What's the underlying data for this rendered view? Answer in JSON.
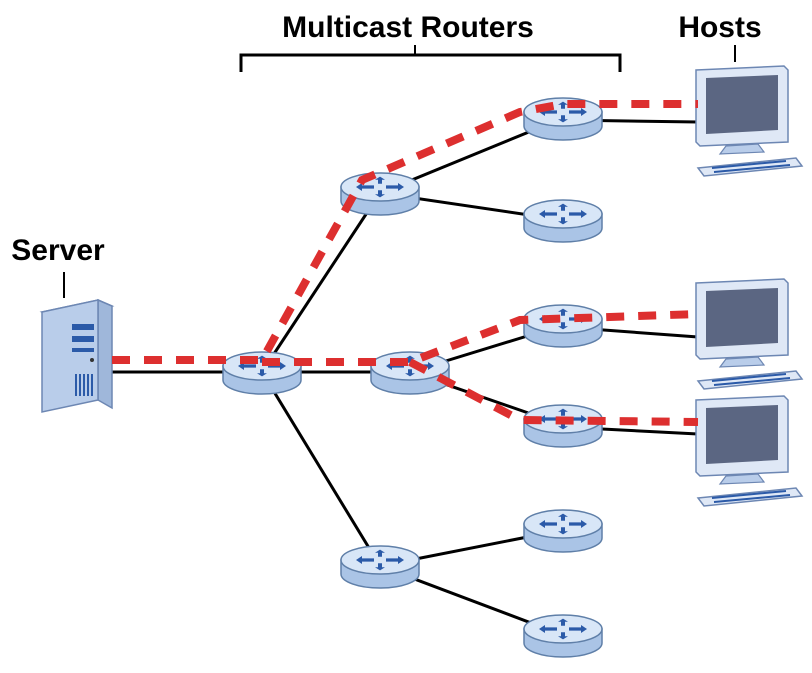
{
  "labels": {
    "routers": "Multicast Routers",
    "hosts": "Hosts",
    "server": "Server"
  },
  "colors": {
    "multicast_path": "#dd2f2f",
    "link": "#000000",
    "router_body": "#aac4e6",
    "router_top": "#d8e6f7",
    "router_arrows": "#2b5aa8",
    "device_light": "#dfe8f6",
    "device_shade": "#9fb7da",
    "screen": "#5b6682"
  }
}
